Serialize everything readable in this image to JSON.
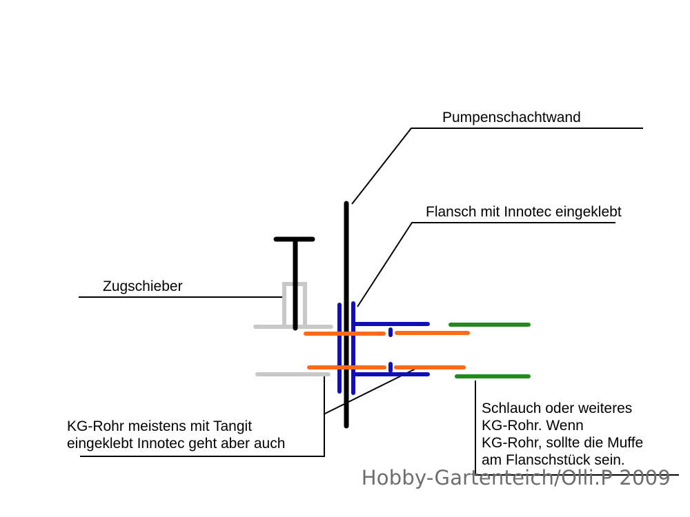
{
  "labels": {
    "pumpenschachtwand": "Pumpenschachtwand",
    "flansch": "Flansch  mit Innotec eingeklebt",
    "zugschieber": "Zugschieber",
    "kg_rohr": [
      "KG-Rohr meistens mit Tangit",
      "eingeklebt Innotec geht aber auch"
    ],
    "schlauch": [
      "Schlauch oder weiteres",
      "KG-Rohr. Wenn",
      "KG-Rohr, sollte die Muffe",
      "am Flanschstück sein."
    ]
  },
  "watermark": "Hobby-Gartenteich/Olli.P 2009",
  "colors": {
    "wall": "#000000",
    "flange": "#1010b4",
    "kg_pipe": "#ff6a1a",
    "hose": "#1e8c1e",
    "slide_valve": "#c8c8c8",
    "leader_line": "#000000"
  }
}
